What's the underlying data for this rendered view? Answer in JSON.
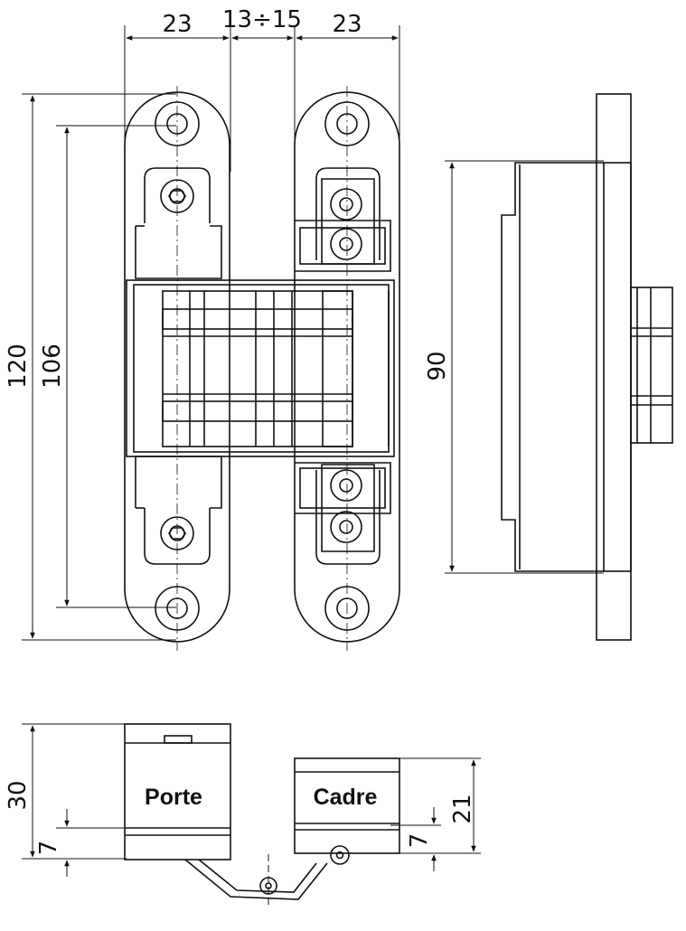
{
  "dimensions": {
    "left_width": "23",
    "gap": "13÷15",
    "right_width": "23",
    "total_height": "120",
    "hole_spacing": "106",
    "side_height": "90",
    "depth": "30",
    "porte_offset": "7",
    "cadre_depth": "21",
    "cadre_offset": "7"
  },
  "labels": {
    "porte": "Porte",
    "cadre": "Cadre"
  },
  "colors": {
    "line": "#111111",
    "background": "#ffffff"
  }
}
